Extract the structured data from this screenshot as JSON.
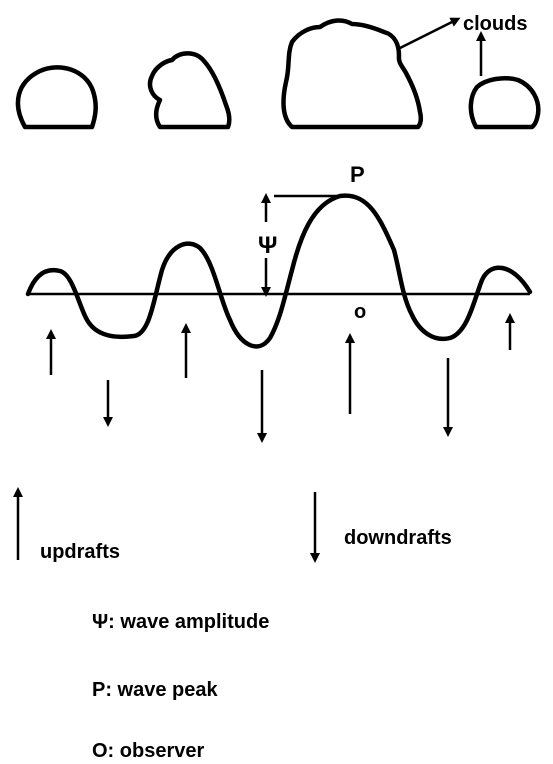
{
  "labels": {
    "clouds": "clouds",
    "peak": "P",
    "amplitude_symbol": "Ψ",
    "observer_mark": "o"
  },
  "legend": {
    "updrafts": "updrafts",
    "downdrafts": "downdrafts",
    "amplitude": "Ψ: wave amplitude",
    "peak": "P: wave peak",
    "observer": "O: observer"
  },
  "colors": {
    "ink": "#000000",
    "background": "#ffffff"
  }
}
